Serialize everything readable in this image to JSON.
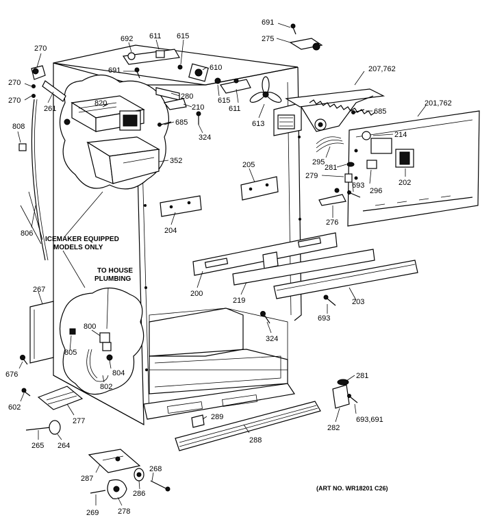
{
  "parts": [
    {
      "id": "p691a",
      "text": "691"
    },
    {
      "id": "p275",
      "text": "275"
    },
    {
      "id": "p692",
      "text": "692"
    },
    {
      "id": "p611a",
      "text": "611"
    },
    {
      "id": "p615a",
      "text": "615"
    },
    {
      "id": "p270a",
      "text": "270"
    },
    {
      "id": "p691b",
      "text": "691"
    },
    {
      "id": "p610",
      "text": "610"
    },
    {
      "id": "p207",
      "text": "207,762"
    },
    {
      "id": "p270b",
      "text": "270"
    },
    {
      "id": "p280",
      "text": "280"
    },
    {
      "id": "p615b",
      "text": "615"
    },
    {
      "id": "p270c",
      "text": "270"
    },
    {
      "id": "p261",
      "text": "261"
    },
    {
      "id": "p820",
      "text": "820"
    },
    {
      "id": "p210",
      "text": "210"
    },
    {
      "id": "p611b",
      "text": "611"
    },
    {
      "id": "p685a",
      "text": "685"
    },
    {
      "id": "p201",
      "text": "201,762"
    },
    {
      "id": "p808",
      "text": "808"
    },
    {
      "id": "p685b",
      "text": "685"
    },
    {
      "id": "p613",
      "text": "613"
    },
    {
      "id": "p324a",
      "text": "324"
    },
    {
      "id": "p214",
      "text": "214"
    },
    {
      "id": "p352",
      "text": "352"
    },
    {
      "id": "p295",
      "text": "295"
    },
    {
      "id": "p205",
      "text": "205"
    },
    {
      "id": "p281a",
      "text": "281"
    },
    {
      "id": "p279",
      "text": "279"
    },
    {
      "id": "p693a",
      "text": "693"
    },
    {
      "id": "p296",
      "text": "296"
    },
    {
      "id": "p202",
      "text": "202"
    },
    {
      "id": "p276",
      "text": "276"
    },
    {
      "id": "p204",
      "text": "204"
    },
    {
      "id": "p806",
      "text": "806"
    },
    {
      "id": "p200",
      "text": "200"
    },
    {
      "id": "p219",
      "text": "219"
    },
    {
      "id": "p203",
      "text": "203"
    },
    {
      "id": "p267",
      "text": "267"
    },
    {
      "id": "p693b",
      "text": "693"
    },
    {
      "id": "p800",
      "text": "800"
    },
    {
      "id": "p805",
      "text": "805"
    },
    {
      "id": "p324b",
      "text": "324"
    },
    {
      "id": "p804",
      "text": "804"
    },
    {
      "id": "p802",
      "text": "802"
    },
    {
      "id": "p676",
      "text": "676"
    },
    {
      "id": "p281b",
      "text": "281"
    },
    {
      "id": "p602",
      "text": "602"
    },
    {
      "id": "p277",
      "text": "277"
    },
    {
      "id": "p289",
      "text": "289"
    },
    {
      "id": "p282",
      "text": "282"
    },
    {
      "id": "p693c",
      "text": "693,691"
    },
    {
      "id": "p265",
      "text": "265"
    },
    {
      "id": "p264",
      "text": "264"
    },
    {
      "id": "p288",
      "text": "288"
    },
    {
      "id": "p287",
      "text": "287"
    },
    {
      "id": "p268",
      "text": "268"
    },
    {
      "id": "p286",
      "text": "286"
    },
    {
      "id": "p269",
      "text": "269"
    },
    {
      "id": "p278",
      "text": "278"
    }
  ],
  "notes": {
    "icemaker_line1": "ICEMAKER EQUIPPED",
    "icemaker_line2": "MODELS ONLY",
    "plumbing_line1": "TO HOUSE",
    "plumbing_line2": "PLUMBING",
    "art_no": "(ART NO. WR18201 C26)"
  }
}
